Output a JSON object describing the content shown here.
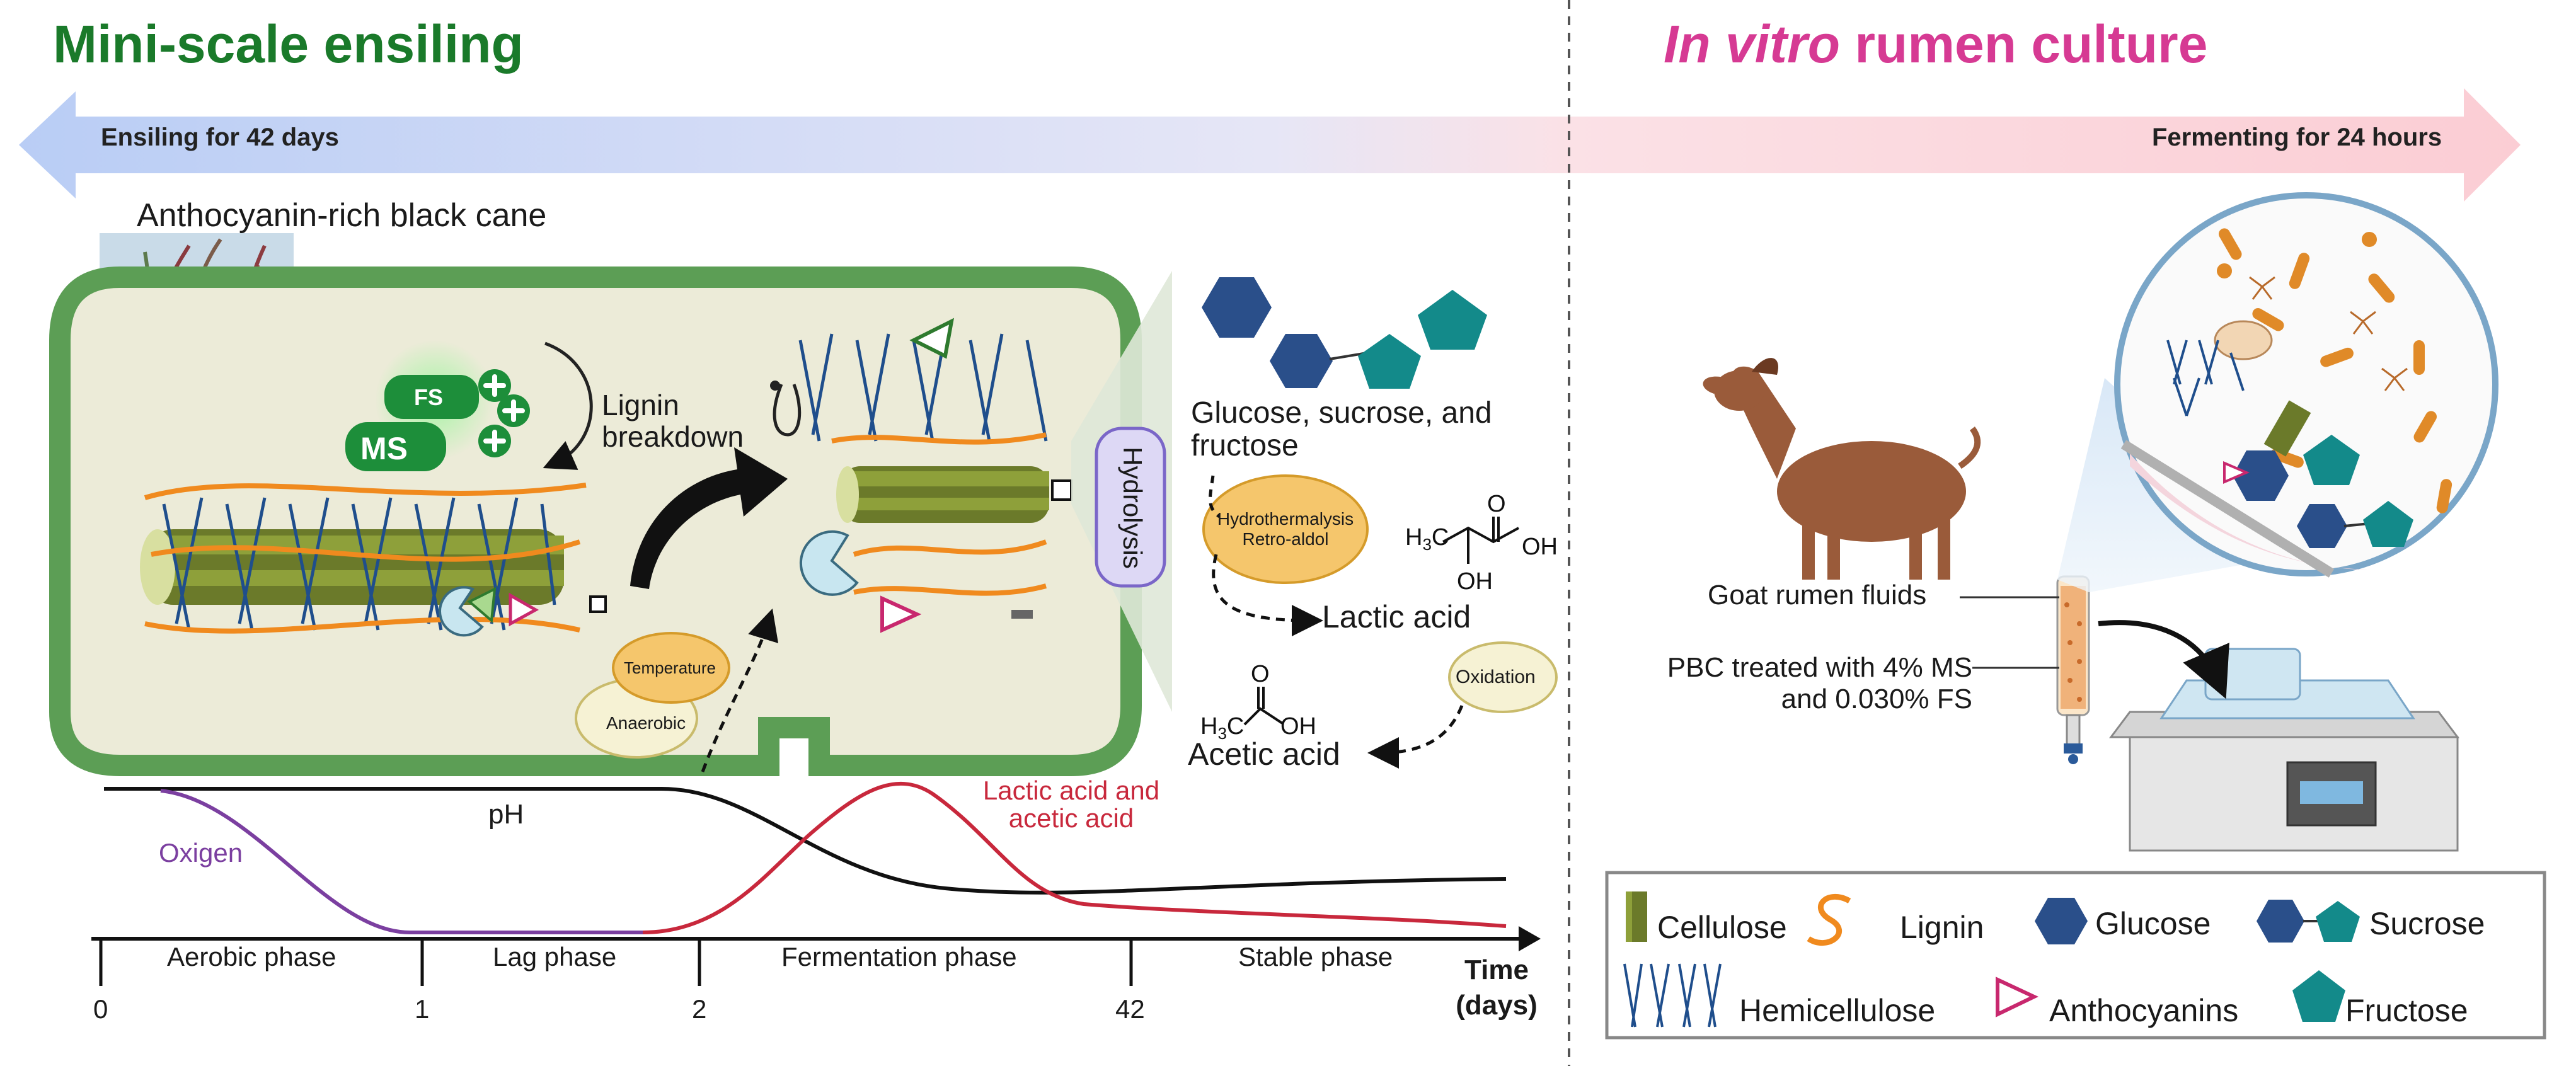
{
  "titles": {
    "left": "Mini-scale ensiling",
    "right_italic": "In vitro",
    "right_rest": " rumen culture"
  },
  "arrow": {
    "left_label": "Ensiling for 42 days",
    "right_label": "Fermenting for 24 hours"
  },
  "cane_label": "Anthocyanin-rich black cane",
  "badges": {
    "fs": "FS",
    "ms": "MS"
  },
  "lignin_breakdown": [
    "Lignin",
    "breakdown"
  ],
  "hydrolysis": "Hydrolysis",
  "sugars_label": [
    "Glucose, sucrose, and",
    "fructose"
  ],
  "hydrothermalysis": [
    "Hydrothermalysis",
    "Retro-aldol"
  ],
  "lactic_acid": "Lactic acid",
  "acetic_acid": "Acetic acid",
  "oxidation": "Oxidation",
  "conditions": {
    "temperature": "Temperature",
    "anaerobic": "Anaerobic"
  },
  "chem_labels": {
    "h3c": "H3C",
    "oh": "OH",
    "o": "O"
  },
  "curve_labels": {
    "ph": "pH",
    "oxygen": "Oxigen",
    "acids": [
      "Lactic acid and",
      "acetic acid"
    ]
  },
  "phases": [
    "Aerobic phase",
    "Lag phase",
    "Fermentation phase",
    "Stable phase"
  ],
  "ticks": [
    "0",
    "1",
    "2",
    "42"
  ],
  "time_axis": [
    "Time",
    "(days)"
  ],
  "goat_label": "Goat rumen fluids",
  "pbc_label": [
    "PBC treated with 4% MS",
    "and 0.030% FS"
  ],
  "legend": {
    "cellulose": "Cellulose",
    "lignin": "Lignin",
    "glucose": "Glucose",
    "sucrose": "Sucrose",
    "hemicellulose": "Hemicellulose",
    "anthocyanins": "Anthocyanins",
    "fructose": "Fructose"
  },
  "colors": {
    "title_left": "#1a7a2a",
    "title_right": "#d63a93",
    "ph_curve": "#111111",
    "oxygen_curve": "#7b3fa0",
    "acid_curve": "#c8283c",
    "silo_border": "#5c9e55",
    "lignin": "#f08a1e",
    "hemicellulose": "#1f4e8c",
    "glucose": "#2a4f8a",
    "fructose": "#138a8a",
    "anthocyanin": "#c8286e"
  }
}
